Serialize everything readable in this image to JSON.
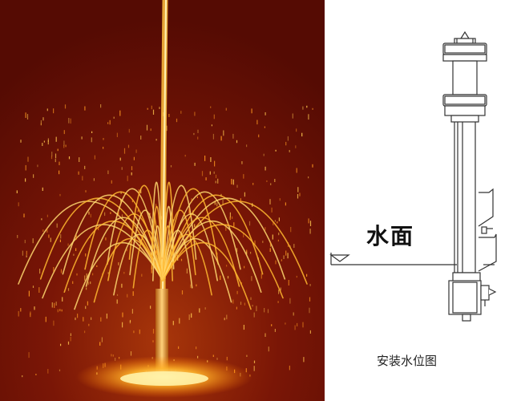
{
  "diagram": {
    "water_surface_label": "水面",
    "caption": "安装水位图"
  },
  "photo": {
    "subject": "fountain-photo"
  },
  "colors": {
    "photo_background": "#6b0f05",
    "water_glow": "#ffb020",
    "line_art": "#333333"
  }
}
